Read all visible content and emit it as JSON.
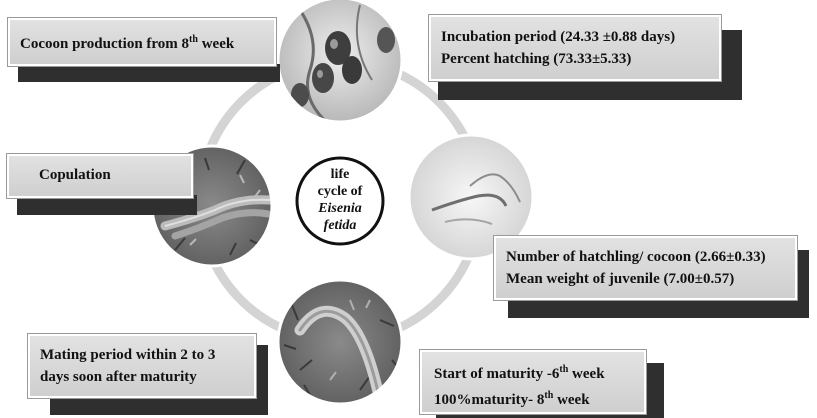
{
  "center": {
    "line1": "life",
    "line2": "cycle of",
    "line3": "Eisenia",
    "line4": "fetida"
  },
  "stages": {
    "cocoon": {
      "text": "Cocoon production from 8",
      "sup": "th",
      "after": " week"
    },
    "incubation": {
      "line1": "Incubation period (24.33 ±0.88 days)",
      "line2": "Percent hatching (73.33±5.33)"
    },
    "copulation": {
      "text": "Copulation"
    },
    "hatchling": {
      "line1": "Number of hatchling/ cocoon (2.66±0.33)",
      "line2": "Mean weight of juvenile (7.00±0.57)"
    },
    "mating": {
      "line1": "Mating period within 2 to 3",
      "line2": "days soon after maturity"
    },
    "maturity": {
      "line1_text": "Start of maturity -6",
      "line1_sup": "th",
      "line1_after": " week",
      "line2_text": "100%maturity- 8",
      "line2_sup": "th",
      "line2_after": " week"
    }
  },
  "images": {
    "cocoons": "cocoon-photo",
    "hatchlings": "hatchling-photo",
    "adult": "adult-worm-photo",
    "copulating": "copulation-photo"
  },
  "colors": {
    "ring": "#d4d4d4",
    "box_fill": "#d8d8d8",
    "box_shadow": "#2f2f2f"
  }
}
